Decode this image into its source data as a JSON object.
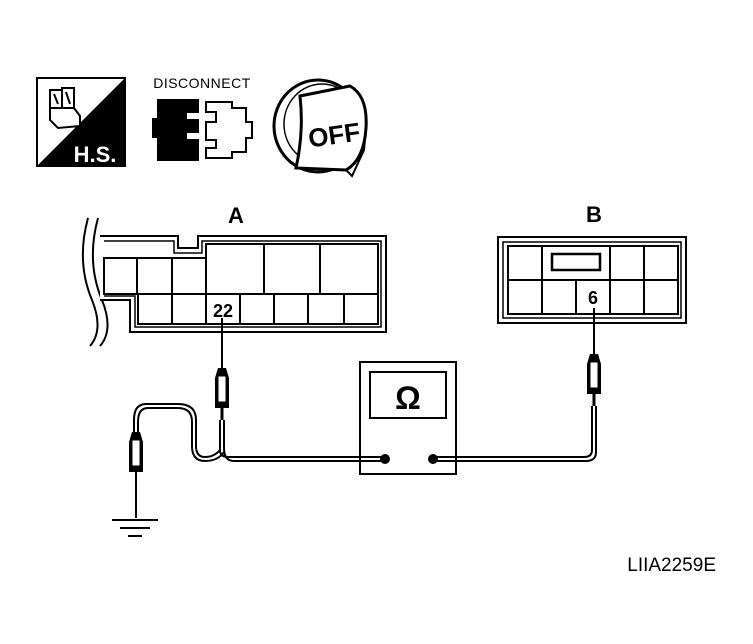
{
  "icons": {
    "hand_switch": {
      "text": "H.S.",
      "icon": "hand-switch-icon"
    },
    "disconnect": {
      "text": "DISCONNECT",
      "icon": "connector-disconnect-icon"
    },
    "ignition": {
      "text": "OFF",
      "icon": "ignition-key-off-icon"
    }
  },
  "connectors": {
    "a": {
      "label": "A",
      "terminal": "22"
    },
    "b": {
      "label": "B",
      "terminal": "6"
    }
  },
  "meter": {
    "symbol": "Ω",
    "icon": "ohmmeter-icon"
  },
  "ground": {
    "icon": "ground-symbol-icon"
  },
  "figure_id": "LIIA2259E"
}
